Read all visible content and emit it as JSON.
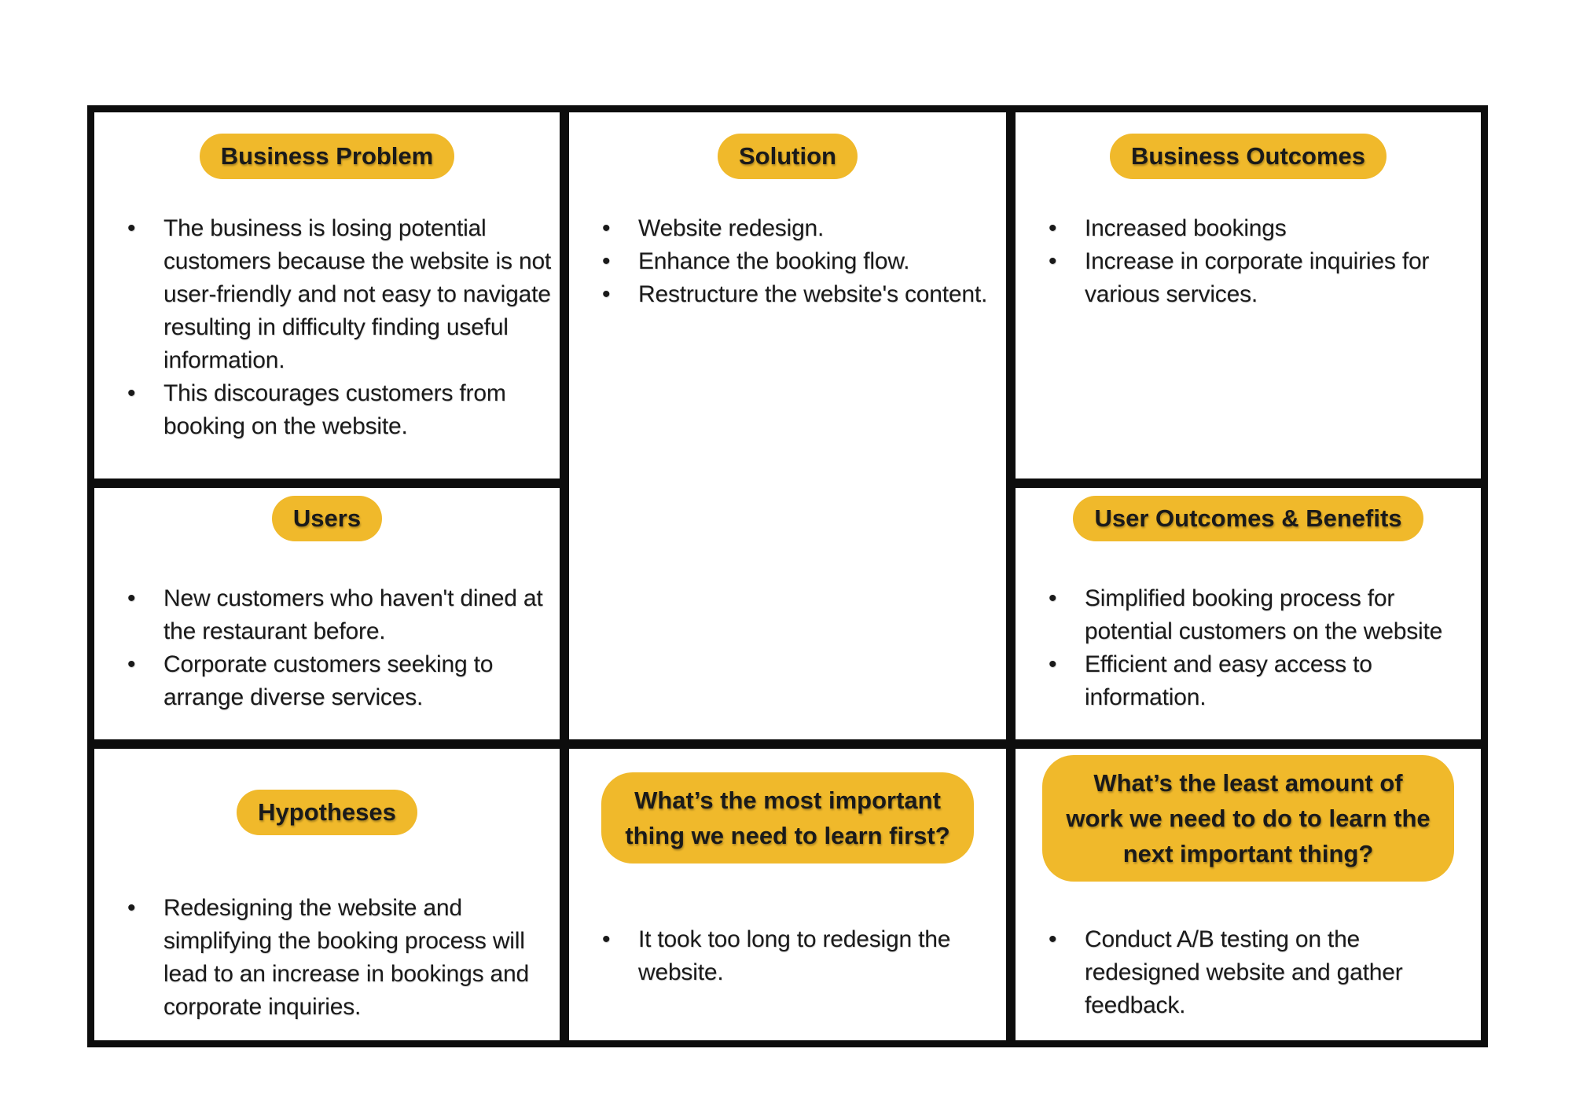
{
  "colors": {
    "badge_bg": "#F0B92B",
    "text": "#1A1A1A",
    "border": "#0D0D0D",
    "background": "#FFFFFF"
  },
  "cells": {
    "business_problem": {
      "title": "Business Problem",
      "bullets": [
        "The business is losing potential customers because the website is not user-friendly and not easy to navigate resulting in difficulty finding useful information.",
        "This discourages customers from booking on the website."
      ]
    },
    "solution": {
      "title": "Solution",
      "bullets": [
        "Website redesign.",
        "Enhance the booking flow.",
        "Restructure the website's content."
      ]
    },
    "business_outcomes": {
      "title": "Business Outcomes",
      "bullets": [
        "Increased bookings",
        "Increase in corporate inquiries for various services."
      ]
    },
    "users": {
      "title": "Users",
      "bullets": [
        "New customers who haven't dined at the restaurant before.",
        "Corporate customers seeking to arrange diverse services."
      ]
    },
    "user_outcomes_benefits": {
      "title": "User Outcomes & Benefits",
      "bullets": [
        "Simplified booking process for potential customers on the website",
        "Efficient and easy access to information."
      ]
    },
    "hypotheses": {
      "title": "Hypotheses",
      "bullets": [
        "Redesigning the website and simplifying the booking process will lead to an increase in bookings and corporate inquiries."
      ]
    },
    "most_important_learning": {
      "title": "What’s the most important thing we need to learn first?",
      "title_lines": [
        "What’s the most important",
        "thing we need to learn first?"
      ],
      "bullets": [
        "It took too long to redesign the website."
      ]
    },
    "least_work_next": {
      "title": "What’s the least amount of work we need to do to learn the next important thing?",
      "title_lines": [
        "What’s the least amount of",
        "work we need to do to learn the",
        "next important thing?"
      ],
      "bullets": [
        "Conduct A/B testing on the redesigned website and gather feedback."
      ]
    }
  }
}
